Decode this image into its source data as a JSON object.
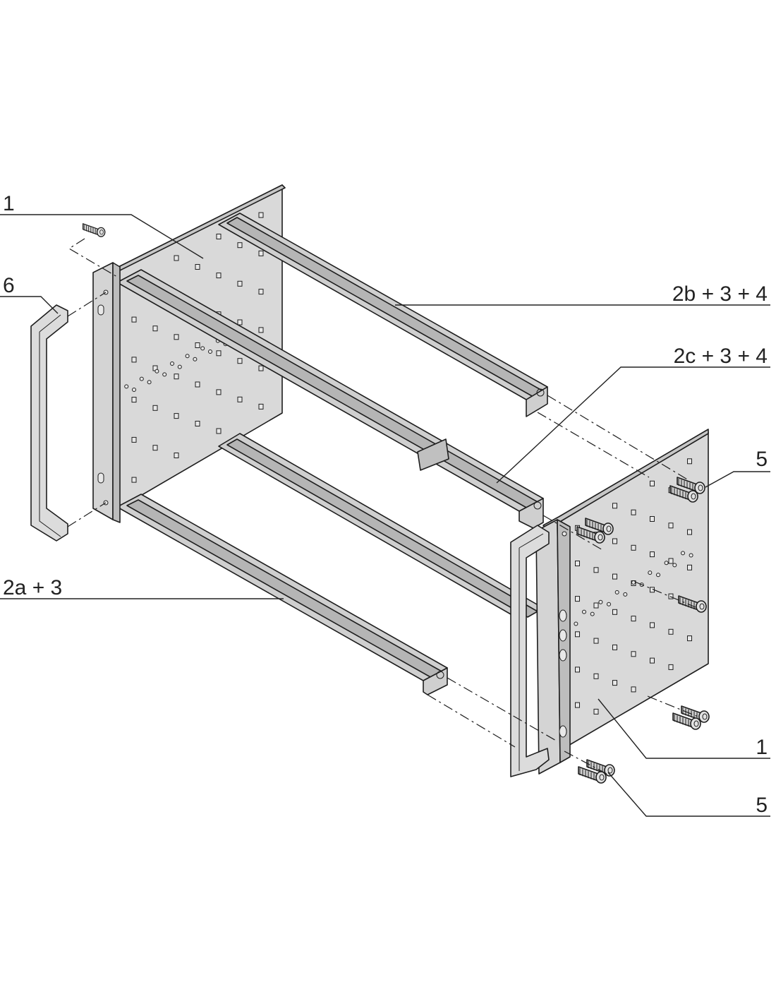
{
  "callouts": {
    "label_1_top": "1",
    "label_6": "6",
    "label_2b_3_4": "2b + 3 + 4",
    "label_2c_3_4": "2c + 3 + 4",
    "label_5_top": "5",
    "label_2a_3": "2a + 3",
    "label_1_bottom": "1",
    "label_5_bottom": "5"
  },
  "colors": {
    "panel_fill": "#d9d9d9",
    "panel_edge": "#c6c6c6",
    "rail_fill": "#cfcfcf",
    "rail_dark": "#b5b5b5",
    "handle_fill": "#dcdcdc",
    "line": "#1e1e1e"
  }
}
